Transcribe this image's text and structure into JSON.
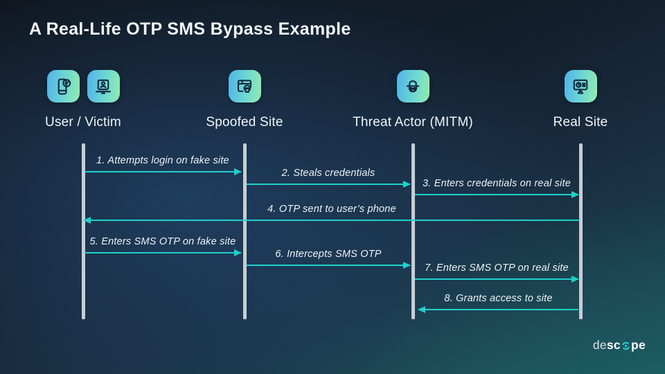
{
  "title": "A Real-Life OTP SMS Bypass Example",
  "actors": [
    {
      "label": "User / Victim",
      "icons": [
        "phone-check-icon",
        "laptop-user-icon"
      ]
    },
    {
      "label": "Spoofed Site",
      "icons": [
        "browser-skull-icon"
      ]
    },
    {
      "label": "Threat Actor (MITM)",
      "icons": [
        "spy-icon"
      ]
    },
    {
      "label": "Real Site",
      "icons": [
        "monitor-clock-icon"
      ]
    }
  ],
  "messages": [
    {
      "step": 1,
      "label": "1. Attempts login on fake site",
      "from": "User / Victim",
      "to": "Spoofed Site",
      "direction": "right"
    },
    {
      "step": 2,
      "label": "2. Steals credentials",
      "from": "Spoofed Site",
      "to": "Threat Actor (MITM)",
      "direction": "right"
    },
    {
      "step": 3,
      "label": "3. Enters credentials on real site",
      "from": "Threat Actor (MITM)",
      "to": "Real Site",
      "direction": "right"
    },
    {
      "step": 4,
      "label": "4. OTP sent to user’s phone",
      "from": "Real Site",
      "to": "User / Victim",
      "direction": "left"
    },
    {
      "step": 5,
      "label": "5. Enters SMS OTP on fake site",
      "from": "User / Victim",
      "to": "Spoofed Site",
      "direction": "right"
    },
    {
      "step": 6,
      "label": "6. Intercepts SMS OTP",
      "from": "Spoofed Site",
      "to": "Threat Actor (MITM)",
      "direction": "right"
    },
    {
      "step": 7,
      "label": "7. Enters SMS OTP on real site",
      "from": "Threat Actor (MITM)",
      "to": "Real Site",
      "direction": "right"
    },
    {
      "step": 8,
      "label": "8. Grants access to site",
      "from": "Real Site",
      "to": "Threat Actor (MITM)",
      "direction": "left"
    }
  ],
  "logo": {
    "part1": "de",
    "part2": "sc",
    "o_icon": "descope-o-icon",
    "part3": "pe"
  },
  "colors": {
    "arrow": "#1fd1cb",
    "lifeline": "#c8cdd2",
    "icon_gradient_start": "#4fb2ea",
    "icon_gradient_end": "#93ecac",
    "title_text": "#f3f6f8"
  }
}
